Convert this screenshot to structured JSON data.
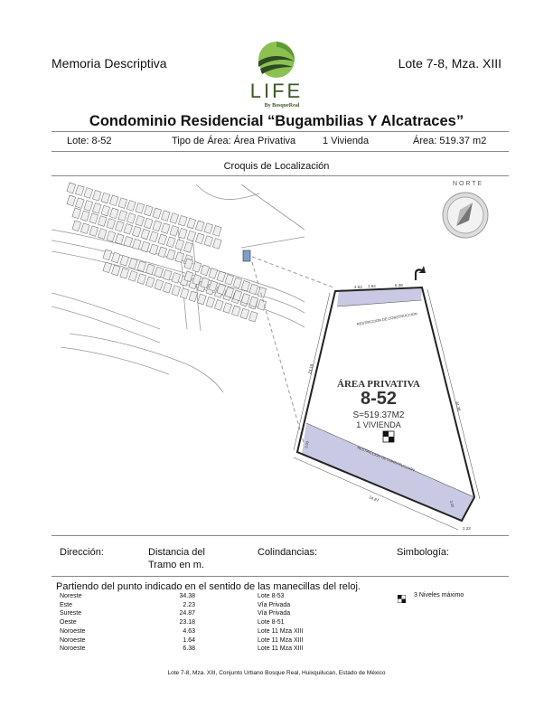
{
  "header": {
    "left": "Memoria Descriptiva",
    "right": "Lote 7-8, Mza. XIII",
    "logo_text": "LIFE",
    "logo_subtext": "By BosqueReal",
    "title": "Condominio Residencial “Bugambilias Y Alcatraces”"
  },
  "info": {
    "lote": "Lote: 8-52",
    "tipo": "Tipo de Área: Área Privativa",
    "vivienda": "1 Vivienda",
    "area": "Área: 519.37 m2"
  },
  "croquis_title": "Croquis de Localización",
  "map": {
    "compass_label": "N O R T E",
    "lot_title": "ÁREA PRIVATIVA",
    "lot_number": "8-52",
    "lot_area": "S=519.37M2",
    "lot_units": "1 VIVIENDA",
    "restriction_label_top": "RESTRICCIÓN DE CONSTRUCCIÓN",
    "restriction_label_bottom": "RESTRICCIÓN DE CONSTRUCCIÓN",
    "dim_top_1": "4.63",
    "dim_top_2": "1.64",
    "dim_top_3": "6.38",
    "dim_left": "23.18",
    "dim_right": "34.38",
    "dim_bottom": "24.87",
    "dim_bottom_right": "2.23",
    "dim_left_small": "3.00",
    "dim_right_small": "3.00"
  },
  "table": {
    "headers": {
      "direccion": "Dirección:",
      "distancia_1": "Distancia del",
      "distancia_2": "Tramo en m.",
      "colindancias": "Colindancias:",
      "simbologia": "Simbología:"
    },
    "intro": "Partiendo del punto indicado en el sentido de las manecillas del reloj.",
    "rows": [
      {
        "dir": "Noreste",
        "dist": "34.38",
        "col": "Lote 8-53"
      },
      {
        "dir": "Este",
        "dist": "2.23",
        "col": "Vía Privada"
      },
      {
        "dir": "Sureste",
        "dist": "24.87",
        "col": "Vía Privada"
      },
      {
        "dir": "Oeste",
        "dist": "23.18",
        "col": "Lote 8-51"
      },
      {
        "dir": "Noroeste",
        "dist": "4.63",
        "col": "Lote 11 Mza XIII"
      },
      {
        "dir": "Noroeste",
        "dist": "1.64",
        "col": "Lote 11 Mza XIII"
      },
      {
        "dir": "Noroeste",
        "dist": "6.38",
        "col": "Lote 11 Mza XIII"
      }
    ],
    "symbology_label": "3 Niveles máximo"
  },
  "footer": "Lote 7-8, Mza. XIII, Conjunto Urbano Bosque Real, Huixquilucan, Estado de México",
  "colors": {
    "restriction_fill": "#c9c9e4",
    "selected_lot": "#7f9fca",
    "logo_green": "#7ab648",
    "logo_dark": "#3c5a2a"
  }
}
